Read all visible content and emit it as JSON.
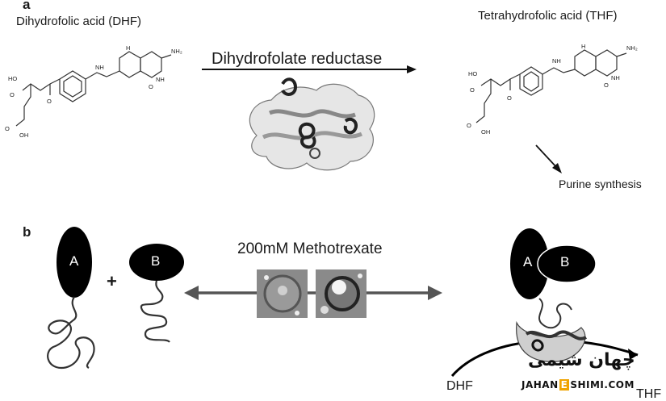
{
  "panel_a": {
    "label": "a",
    "dhf_title": "Dihydrofolic acid (DHF)",
    "thf_title": "Tetrahydrofolic acid (THF)",
    "enzyme": "Dihydrofolate reductase",
    "product_note": "Purine synthesis",
    "atoms": {
      "nh2": "NH₂",
      "nh": "NH",
      "n": "N",
      "ho": "HO",
      "o": "O",
      "oh": "OH",
      "h": "H"
    }
  },
  "panel_b": {
    "label": "b",
    "drug": "200mM Methotrexate",
    "fragment_a": "A",
    "fragment_b": "B",
    "plus": "+",
    "substrate": "DHF",
    "product": "THF"
  },
  "watermark": {
    "script_text": "چهان شیمی",
    "url_left": "JAHAN",
    "url_e": "E",
    "url_right": "SHIMI.COM",
    "brand_color": "#f0a400"
  }
}
